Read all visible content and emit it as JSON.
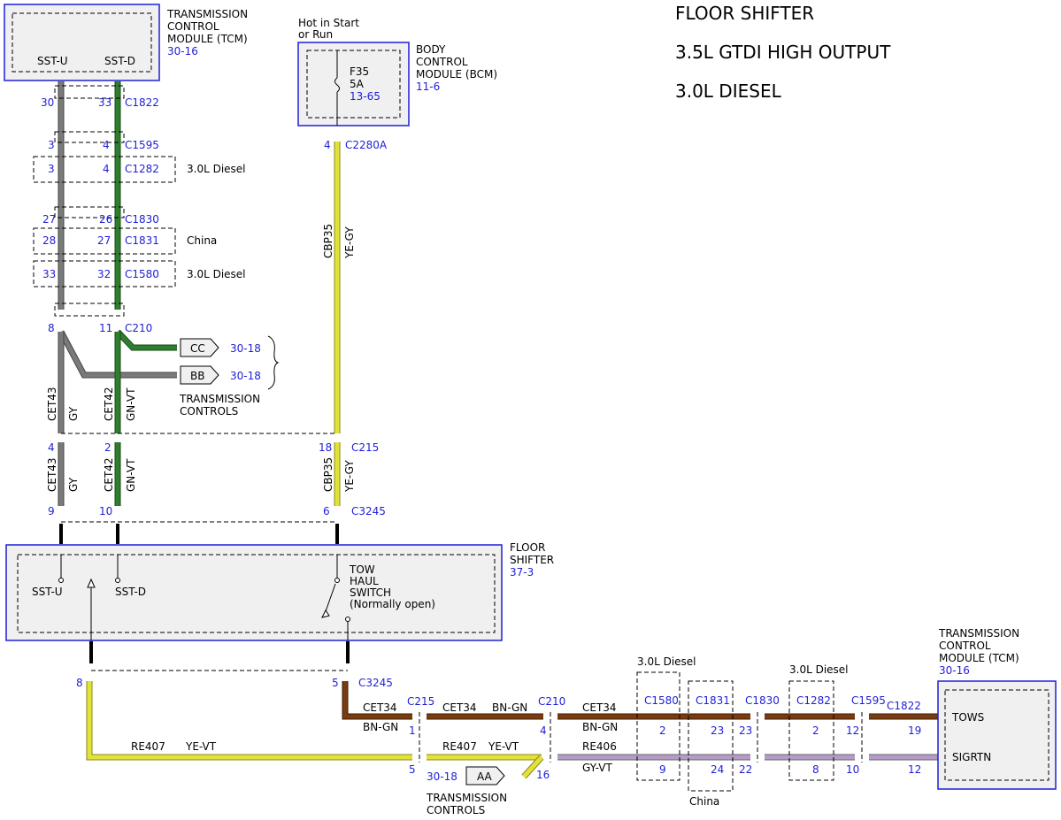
{
  "titles": [
    "FLOOR SHIFTER",
    "3.5L GTDI HIGH OUTPUT",
    "3.0L DIESEL"
  ],
  "tcm_top": {
    "name": "TRANSMISSION CONTROL MODULE (TCM)",
    "lines": [
      "TRANSMISSION",
      "CONTROL",
      "MODULE (TCM)"
    ],
    "ref": "30-16",
    "pins": [
      "SST-U",
      "SST-D"
    ]
  },
  "bcm": {
    "name": "BODY CONTROL MODULE (BCM)",
    "lines": [
      "BODY",
      "CONTROL",
      "MODULE (BCM)"
    ],
    "ref": "11-6",
    "note": [
      "Hot in Start",
      "or Run"
    ],
    "fuse": "F35",
    "fuse_rating": "5A",
    "fuse_ref": "13-65",
    "pin": "4",
    "connector": "C2280A"
  },
  "left_connectors": [
    {
      "a": "30",
      "b": "33",
      "name": "C1822",
      "note": ""
    },
    {
      "a": "3",
      "b": "4",
      "name": "C1595",
      "note": ""
    },
    {
      "a": "3",
      "b": "4",
      "name": "C1282",
      "note": "3.0L Diesel"
    },
    {
      "a": "27",
      "b": "26",
      "name": "C1830",
      "note": ""
    },
    {
      "a": "28",
      "b": "27",
      "name": "C1831",
      "note": "China"
    },
    {
      "a": "33",
      "b": "32",
      "name": "C1580",
      "note": "3.0L Diesel"
    },
    {
      "a": "8",
      "b": "11",
      "name": "C210",
      "note": ""
    }
  ],
  "splice_refs": [
    {
      "label": "CC",
      "ref": "30-18"
    },
    {
      "label": "BB",
      "ref": "30-18"
    }
  ],
  "transmission_controls": [
    "TRANSMISSION",
    "CONTROLS"
  ],
  "wires": {
    "sst_u": {
      "circuit": "CET43",
      "color": "GY"
    },
    "sst_d": {
      "circuit": "CET42",
      "color": "GN-VT"
    },
    "tow": {
      "circuit": "CBP35",
      "color": "YE-GY"
    }
  },
  "c215": {
    "pins": [
      "4",
      "2",
      "18"
    ],
    "name": "C215"
  },
  "c3245": {
    "pins": [
      "9",
      "10",
      "6"
    ],
    "name": "C3245",
    "bottom_pins": [
      "8",
      "5"
    ]
  },
  "floor_shifter": {
    "lines": [
      "FLOOR",
      "SHIFTER"
    ],
    "ref": "37-3",
    "pins": [
      "SST-U",
      "SST-D"
    ],
    "switch": [
      "TOW",
      "HAUL",
      "SWITCH",
      "(Normally open)"
    ]
  },
  "bottom": {
    "tows_circuit": "CET34",
    "tows_color": "BN-GN",
    "sig_circuit1": "RE407",
    "sig_color1": "YE-VT",
    "sig_circuit2": "RE406",
    "sig_color2": "GY-VT",
    "c215_pins": [
      "1",
      "5"
    ],
    "c210_pins": [
      "4",
      "16"
    ],
    "aa": {
      "label": "AA",
      "ref": "30-18"
    },
    "connectors": [
      {
        "name": "C1580",
        "top": "2",
        "bottom": "9",
        "note": "3.0L Diesel"
      },
      {
        "name": "C1831",
        "top": "23",
        "bottom": "24",
        "note": "China"
      },
      {
        "name": "C1830",
        "top": "23",
        "bottom": "22",
        "note": ""
      },
      {
        "name": "C1282",
        "top": "2",
        "bottom": "8",
        "note": "3.0L Diesel"
      },
      {
        "name": "C1595",
        "top": "12",
        "bottom": "10",
        "note": ""
      },
      {
        "name": "C1822",
        "top": "19",
        "bottom": "12",
        "note": ""
      }
    ]
  },
  "tcm_bottom": {
    "lines": [
      "TRANSMISSION",
      "CONTROL",
      "MODULE (TCM)"
    ],
    "ref": "30-16",
    "pins": [
      "TOWS",
      "SIGRTN"
    ]
  },
  "colors": {
    "gray": "#7a7a7a",
    "green": "#2f7d2f",
    "yellow": "#e2e23a",
    "brown": "#7a3b10",
    "blue": "#1f1fd6",
    "purple": "#b59cc8"
  }
}
